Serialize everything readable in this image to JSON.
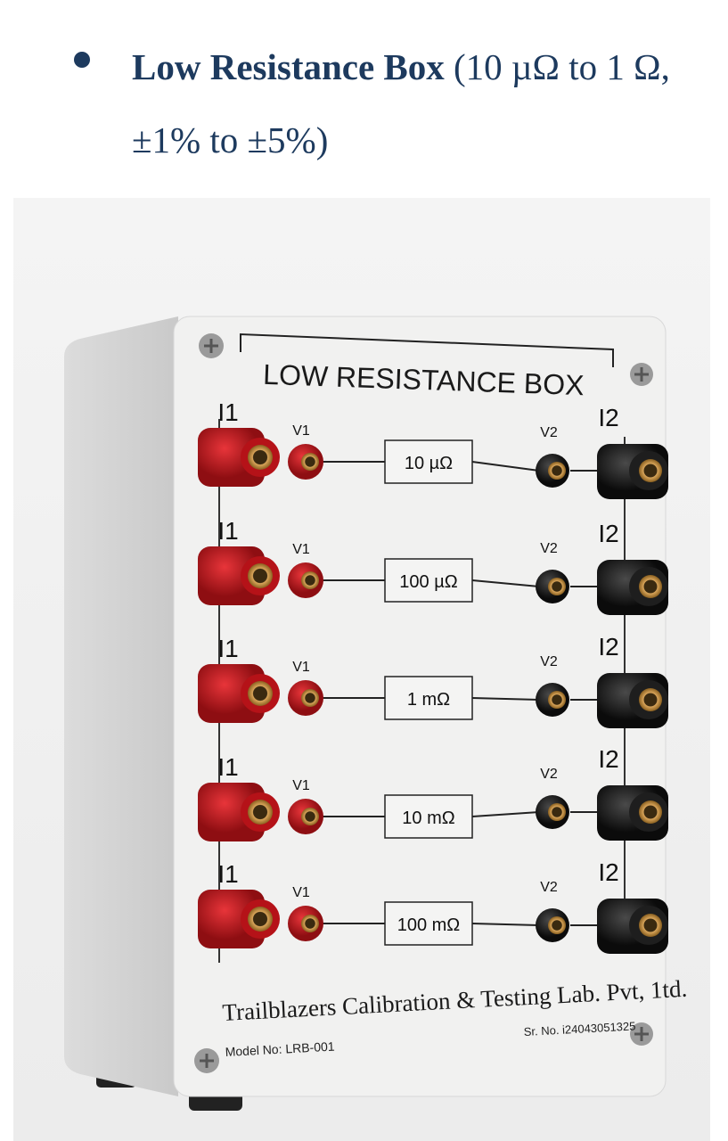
{
  "heading": {
    "bold": "Low Resistance Box",
    "rest": " (10 µΩ to 1 Ω, ±1% to ±5%)"
  },
  "device": {
    "title": "LOW RESISTANCE BOX",
    "rows": [
      {
        "i_left": "I1",
        "v_left": "V1",
        "value": "10 µΩ",
        "v_right": "V2",
        "i_right": "I2"
      },
      {
        "i_left": "I1",
        "v_left": "V1",
        "value": "100 µΩ",
        "v_right": "V2",
        "i_right": "I2"
      },
      {
        "i_left": "I1",
        "v_left": "V1",
        "value": "1 mΩ",
        "v_right": "V2",
        "i_right": "I2"
      },
      {
        "i_left": "I1",
        "v_left": "V1",
        "value": "10 mΩ",
        "v_right": "V2",
        "i_right": "I2"
      },
      {
        "i_left": "I1",
        "v_left": "V1",
        "value": "100 mΩ",
        "v_right": "V2",
        "i_right": "I2"
      }
    ],
    "manufacturer": "Trailblazers Calibration & Testing Lab. Pvt, 1td.",
    "model": "Model No: LRB-001",
    "serial": "Sr. No. i24043051325",
    "colors": {
      "red_terminal": "#c4161c",
      "black_terminal": "#1a1a1a",
      "heading_text": "#1d3a5e"
    }
  }
}
